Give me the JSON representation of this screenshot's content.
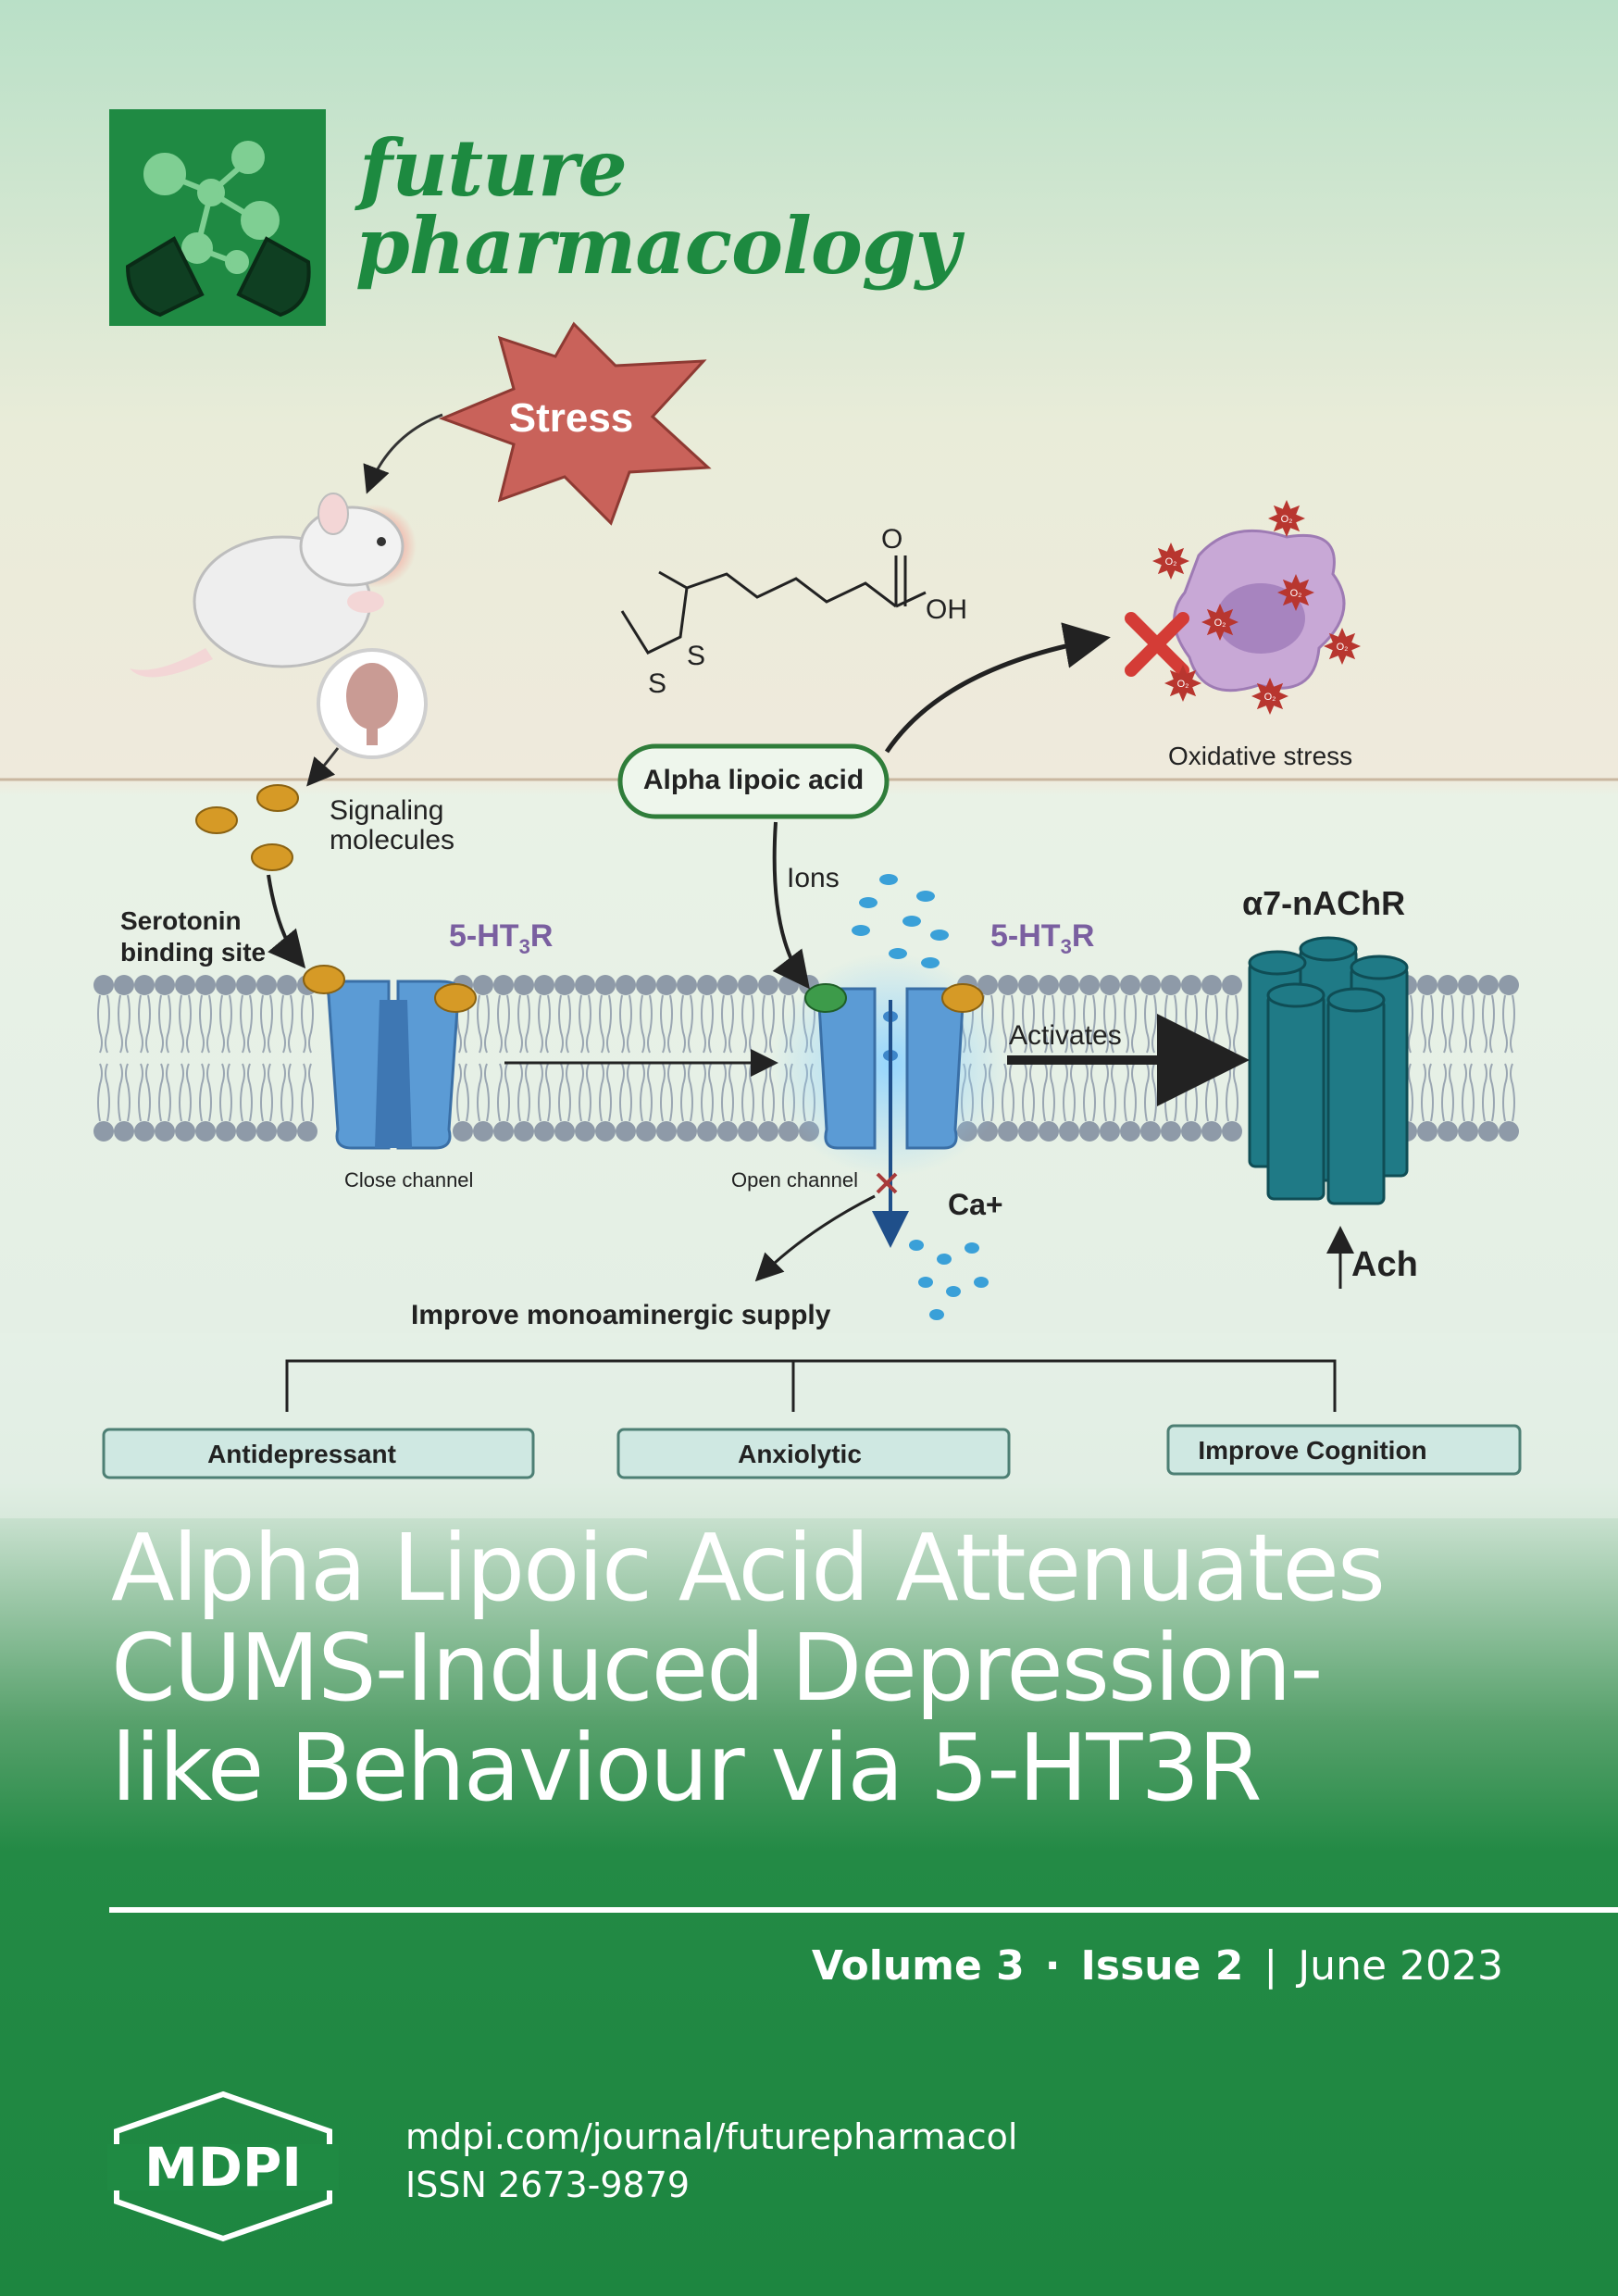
{
  "journal": {
    "name_line1": "future",
    "name_line2": "pharmacology",
    "logo_icon": "molecule-capsule-icon"
  },
  "diagram": {
    "stress": "Stress",
    "signaling_line1": "Signaling",
    "signaling_line2": "molecules",
    "serotonin_line1": "Serotonin",
    "serotonin_line2": "binding site",
    "receptor_left": "5-HT",
    "receptor_right": "5-HT",
    "receptor_sub": "3",
    "receptor_suffix": "R",
    "alpha_lipoic": "Alpha lipoic acid",
    "ions": "Ions",
    "oxidative": "Oxidative stress",
    "a7": "α7-nAChR",
    "activates": "Activates",
    "close_channel": "Close channel",
    "open_channel": "Open channel",
    "ca": "Ca+",
    "ach": "Ach",
    "improve_supply": "Improve monoaminergic supply",
    "outcomes": [
      "Antidepressant",
      "Anxiolytic",
      "Improve Cognition"
    ],
    "molecule": {
      "o": "O",
      "oh": "OH",
      "s1": "S",
      "s2": "S"
    },
    "radical": "O₂"
  },
  "article": {
    "title_line1": "Alpha Lipoic Acid Attenuates",
    "title_line2": "CUMS-Induced Depression-",
    "title_line3": "like Behaviour via 5-HT3R"
  },
  "issue": {
    "volume": "Volume 3",
    "dot": "·",
    "issue": "Issue 2",
    "bar": "|",
    "date": "June 2023"
  },
  "publisher": {
    "logo_text": "MDPI",
    "url": "mdpi.com/journal/futurepharmacol",
    "issn": "ISSN 2673-9879"
  },
  "colors": {
    "brand_green": "#1f8a43",
    "receptor_blue": "#5b9bd5",
    "nachr_teal": "#1f7a86",
    "stress_red": "#c9625a"
  }
}
